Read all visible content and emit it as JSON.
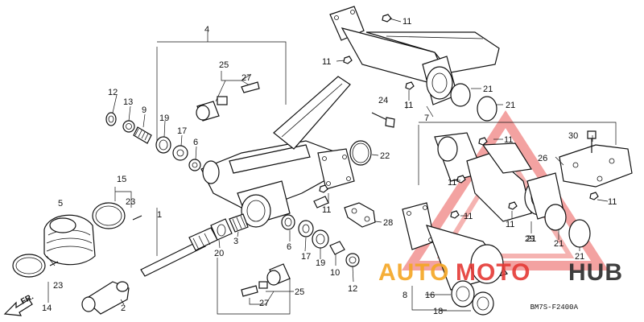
{
  "callouts": [
    "1",
    "2",
    "3",
    "4",
    "5",
    "6",
    "6",
    "7",
    "8",
    "9",
    "10",
    "11",
    "11",
    "11",
    "11",
    "11",
    "11",
    "11",
    "11",
    "11",
    "11",
    "11",
    "11",
    "12",
    "12",
    "13",
    "14",
    "15",
    "16",
    "17",
    "17",
    "18",
    "19",
    "19",
    "20",
    "21",
    "21",
    "21",
    "21",
    "21",
    "22",
    "23",
    "23",
    "24",
    "25",
    "25",
    "26",
    "27",
    "27",
    "28",
    "29",
    "30"
  ],
  "direction_label": "FR.",
  "diagram_code": "BM7S-F2400A",
  "watermark": {
    "brand_left": "AUTO",
    "brand_mid": "MOTO",
    "brand_right": "HUB",
    "color_orange": "#f5a623",
    "color_red": "#e53935",
    "color_dark": "#2b2b2b"
  }
}
